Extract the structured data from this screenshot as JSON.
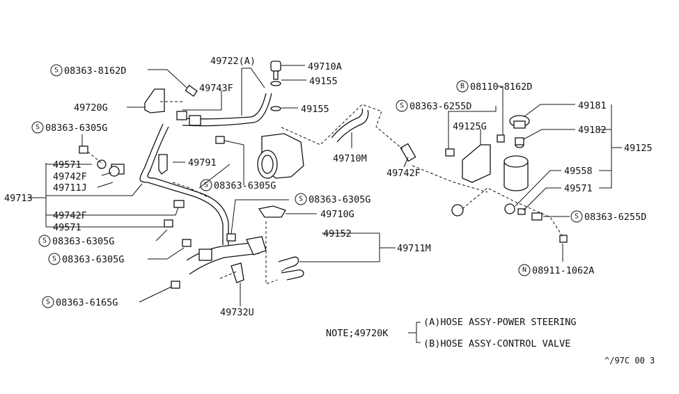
{
  "labels": {
    "s_08363_8162d": "08363-8162D",
    "p49722a": "49722(A)",
    "p49710a": "49710A",
    "p49155a": "49155",
    "p49743f": "49743F",
    "p49155b": "49155",
    "p49720g": "49720G",
    "s_08363_6305g_a": "08363-6305G",
    "p49791": "49791",
    "p49571_a": "49571",
    "p49742f_a": "49742F",
    "p49711j": "49711J",
    "p49713": "49713",
    "p49742f_b": "49742F",
    "p49571_b": "49571",
    "s_08363_6305g_b": "08363-6305G",
    "s_08363_6305g_c": "08363-6305G",
    "s_08363_6305g_d": "08363-6305G",
    "s_08363_6305g_e": "08363-6305G",
    "s_08363_6165g": "08363-6165G",
    "p49732u": "49732U",
    "p49710m": "49710M",
    "p49742f_c": "49742F",
    "p49710g": "49710G",
    "p49152": "49152",
    "p49711m": "49711M",
    "b_08110_8162d": "08110-8162D",
    "s_08363_6255d_a": "08363-6255D",
    "p49125g": "49125G",
    "p49181": "49181",
    "p49182": "49182",
    "p49125": "49125",
    "p49558": "49558",
    "p49571_c": "49571",
    "s_08363_6255d_b": "08363-6255D",
    "n_08911_1062a": "08911-1062A"
  },
  "markers": {
    "s": "S",
    "b": "B",
    "n": "N"
  },
  "note": {
    "prefix": "NOTE;49720K",
    "line_a": "(A)HOSE ASSY-POWER STEERING",
    "line_b": "(B)HOSE ASSY-CONTROL VALVE"
  },
  "code": "^/97C 00 3"
}
